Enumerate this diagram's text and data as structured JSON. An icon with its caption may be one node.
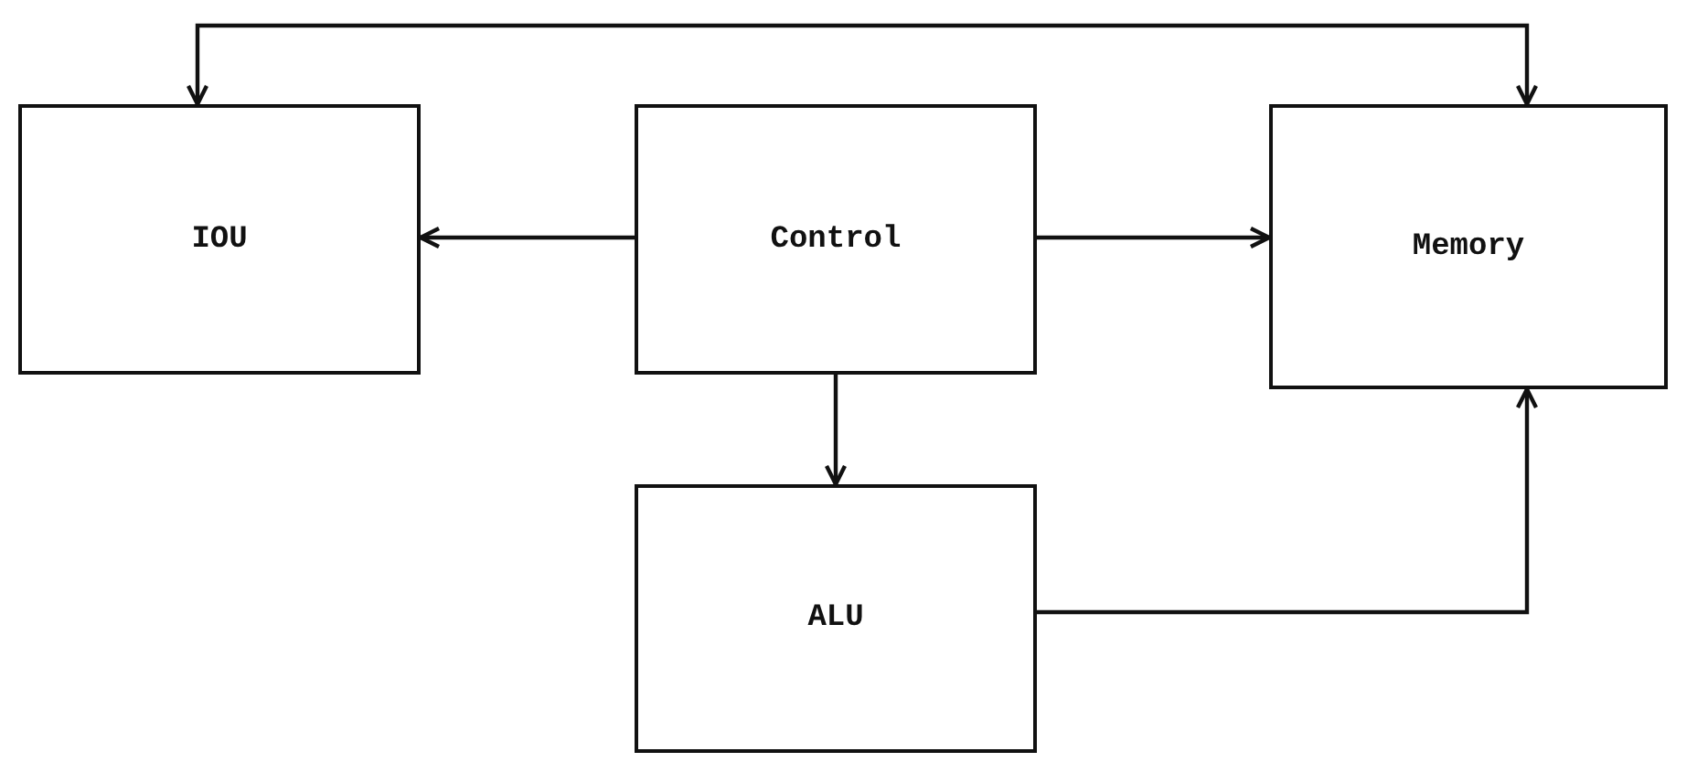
{
  "diagram": {
    "nodes": [
      {
        "text": [
          "IOU"
        ]
      },
      {
        "text": [
          "Control"
        ]
      },
      {
        "text": [
          "Memory"
        ]
      },
      {
        "text": [
          "ALU"
        ]
      }
    ],
    "edges": [
      {
        "from": 1,
        "to": 0,
        "arrow": "to"
      },
      {
        "from": 1,
        "to": 2,
        "arrow": "to"
      },
      {
        "from": 1,
        "to": 3,
        "arrow": "to"
      },
      {
        "from": 3,
        "to": 2,
        "arrow": "to"
      },
      {
        "from": 0,
        "to": 2,
        "arrow": "both"
      }
    ]
  }
}
